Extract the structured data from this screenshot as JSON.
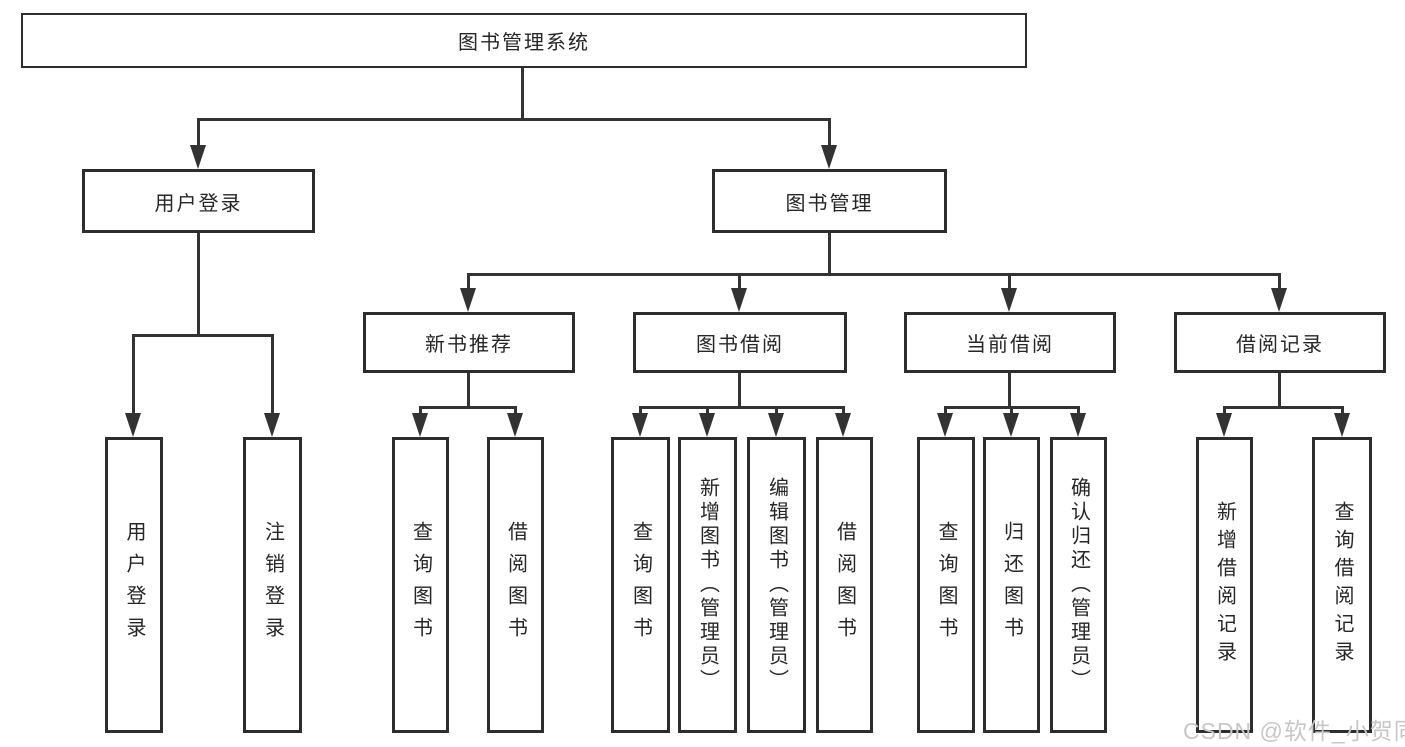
{
  "page": {
    "background": "#ffffff",
    "watermark": "CSDN @软件_小贺同学"
  },
  "colors": {
    "line": "#333333",
    "box_border": "#2d2d2d",
    "text": "#262626",
    "watermark": "#c7c7c7"
  },
  "diagram": {
    "root": {
      "label": "图书管理系统"
    },
    "level2": [
      {
        "label": "用户登录"
      },
      {
        "label": "图书管理"
      }
    ],
    "level3": [
      {
        "label": "新书推荐"
      },
      {
        "label": "图书借阅"
      },
      {
        "label": "当前借阅"
      },
      {
        "label": "借阅记录"
      }
    ],
    "leaves": {
      "user_login": [
        "用户登录",
        "注销登录"
      ],
      "new_books": [
        "查询图书",
        "借阅图书"
      ],
      "book_borrow": [
        "查询图书",
        "新增图书（管理员）",
        "编辑图书（管理员）",
        "借阅图书"
      ],
      "current_borrow": [
        "查询图书",
        "归还图书",
        "确认归还（管理员）"
      ],
      "borrow_records": [
        "新增借阅记录",
        "查询借阅记录"
      ]
    }
  }
}
